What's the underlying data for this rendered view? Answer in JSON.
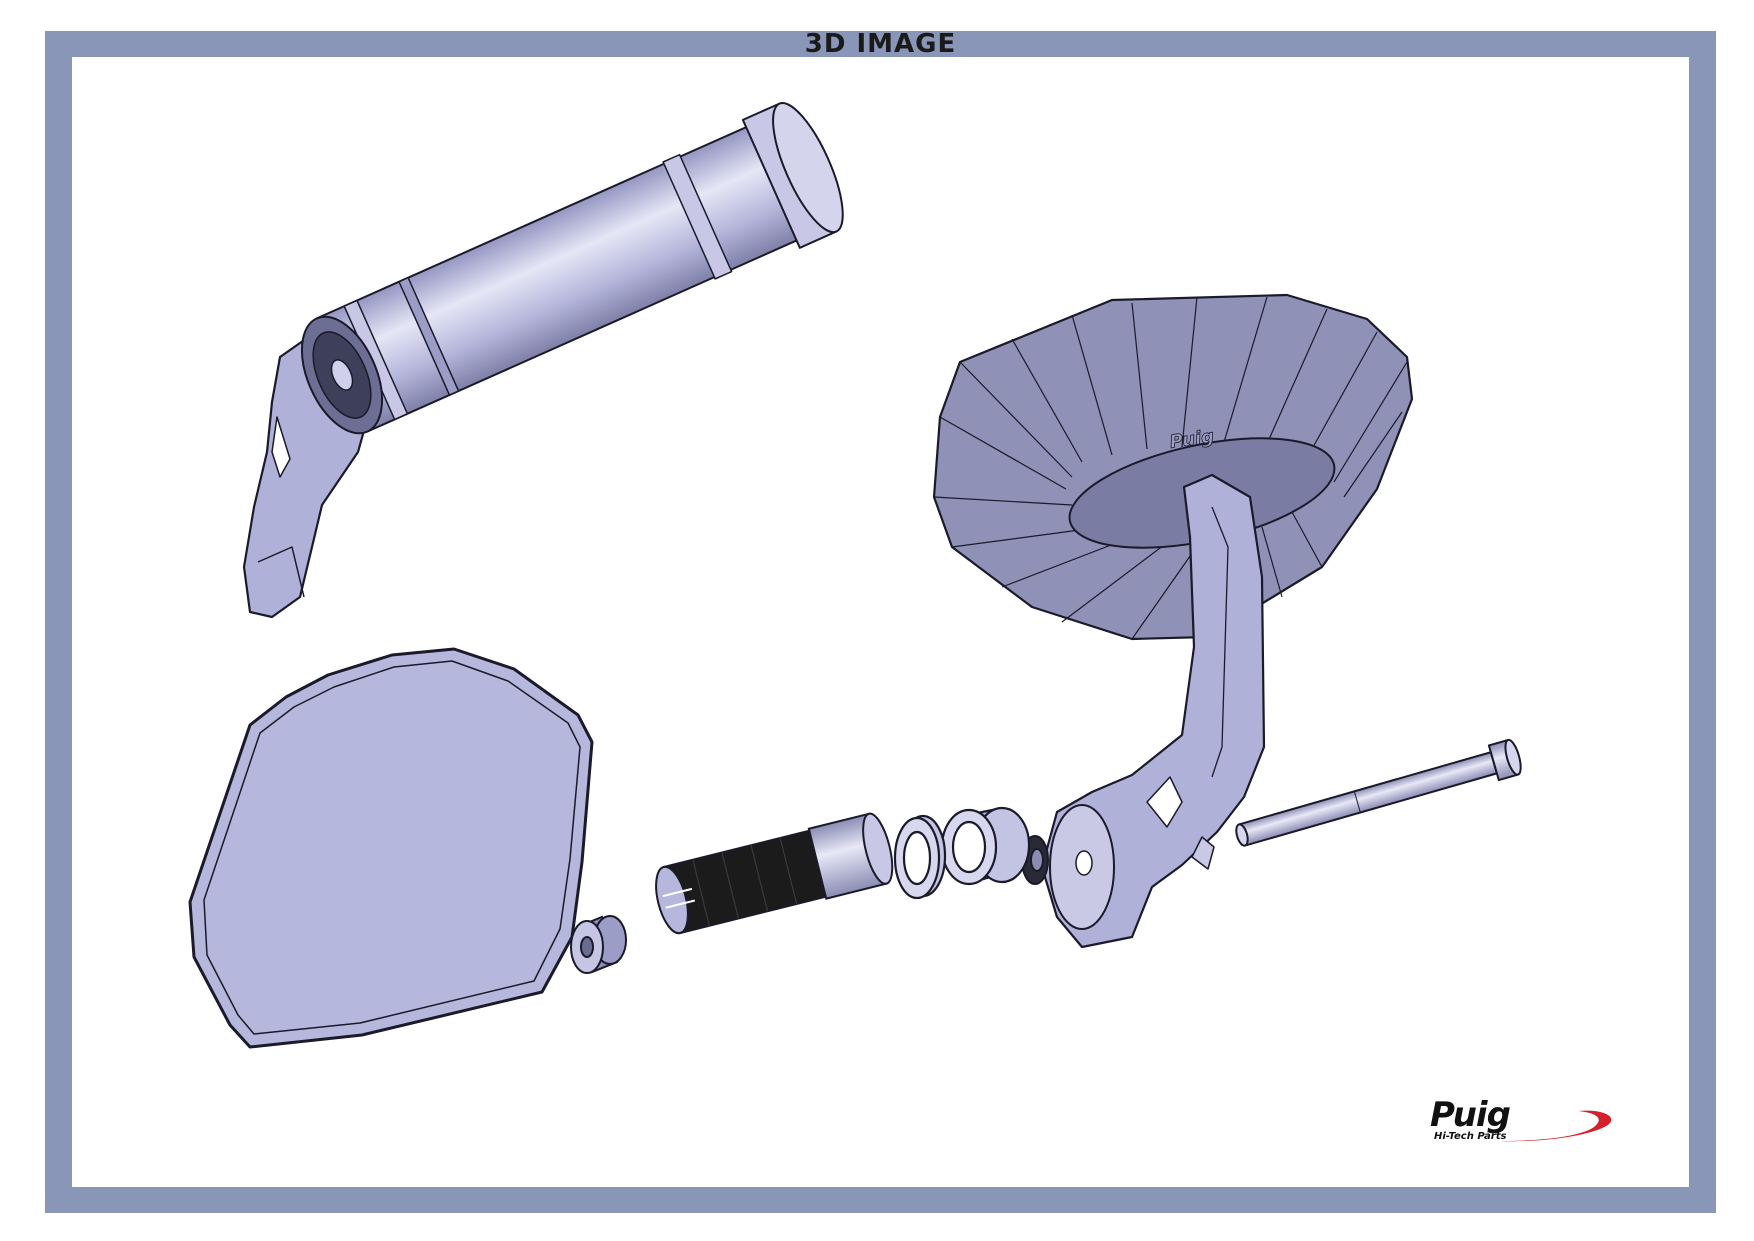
{
  "header": {
    "title": "3D IMAGE"
  },
  "brand": {
    "name": "Puig",
    "tagline": "Hi-Tech Parts",
    "swoosh_color": "#d4202a"
  },
  "colors": {
    "frame": "#8a96b8",
    "part_fill": "#b6b7dc",
    "part_shade": "#8a8cb0",
    "part_dark": "#6e7095",
    "outline": "#1a1a2a",
    "grip_black": "#1b1b1b"
  },
  "parts": [
    "bar-end-mirror-assembled",
    "mirror-head-rear",
    "mirror-arm",
    "mounting-bolt",
    "washer-ring",
    "spacer-ring",
    "expansion-insert",
    "end-nut"
  ]
}
